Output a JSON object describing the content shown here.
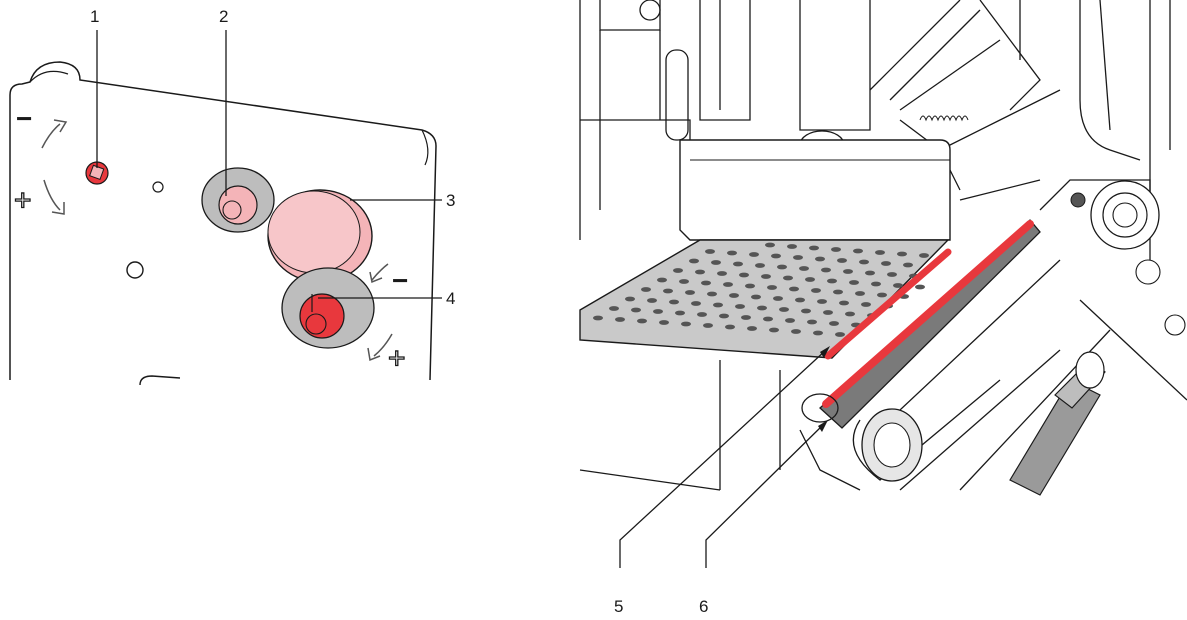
{
  "left_panel": {
    "callouts": [
      "1",
      "2",
      "3",
      "4"
    ],
    "adjust_signs": {
      "minus": "−",
      "plus": "+"
    }
  },
  "right_panel": {
    "callouts": [
      "5",
      "6"
    ]
  },
  "colors": {
    "highlight": "#e8383d",
    "highlight_light": "#f4b4b8",
    "part_gray": "#bdbdbd",
    "plate_gray": "#c9c9c9",
    "line": "#1a1a1a"
  }
}
